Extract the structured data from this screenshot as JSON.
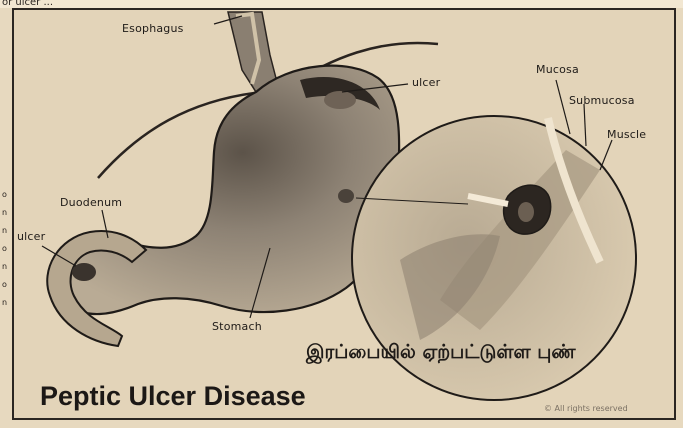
{
  "top_caption": "or ulcer ...",
  "labels": {
    "esophagus": "Esophagus",
    "ulcer_top": "ulcer",
    "mucosa": "Mucosa",
    "submucosa": "Submucosa",
    "muscle": "Muscle",
    "duodenum": "Duodenum",
    "ulcer_left": "ulcer",
    "stomach": "Stomach"
  },
  "tamil_caption": "இரப்பையில் ஏற்பட்டுள்ள புண்",
  "title": "Peptic Ulcer Disease",
  "credit": "© All rights reserved",
  "side_marks": [
    "o",
    "n",
    "n",
    "o",
    "n",
    "o",
    "n"
  ],
  "colors": {
    "paper": "#e3d4b9",
    "ink": "#1f1b18",
    "shade": "#6e6256"
  }
}
